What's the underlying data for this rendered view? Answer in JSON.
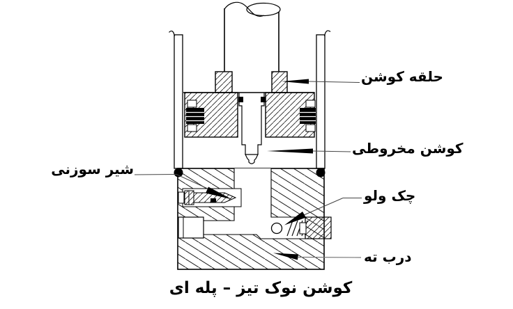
{
  "diagram": {
    "caption": "کوشن نوک تیز – پله ای",
    "labels": {
      "cushion_ring": "حلقه کوشن",
      "conical_cushion": "کوشن مخروطی",
      "needle_valve": "شیر سوزنی",
      "check_valve": "چک ولو",
      "bottom_cap": "درب ته"
    },
    "colors": {
      "line": "#000000",
      "background": "#ffffff"
    }
  }
}
